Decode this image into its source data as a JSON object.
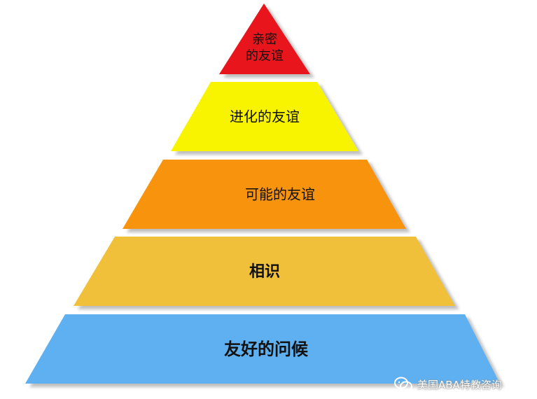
{
  "pyramid": {
    "tiers": [
      {
        "lines": [
          "亲密",
          "的友谊"
        ],
        "color": "#e8141c"
      },
      {
        "lines": [
          "进化的友谊"
        ],
        "color": "#f8f400"
      },
      {
        "lines": [
          "可能的友谊"
        ],
        "color": "#f7930f"
      },
      {
        "lines": [
          "相识"
        ],
        "color": "#f0c03a"
      },
      {
        "lines": [
          "友好的问候"
        ],
        "color": "#5fb0f0"
      }
    ]
  },
  "watermark": {
    "text": "美国ABA特教咨询",
    "icon": "wechat-icon"
  }
}
